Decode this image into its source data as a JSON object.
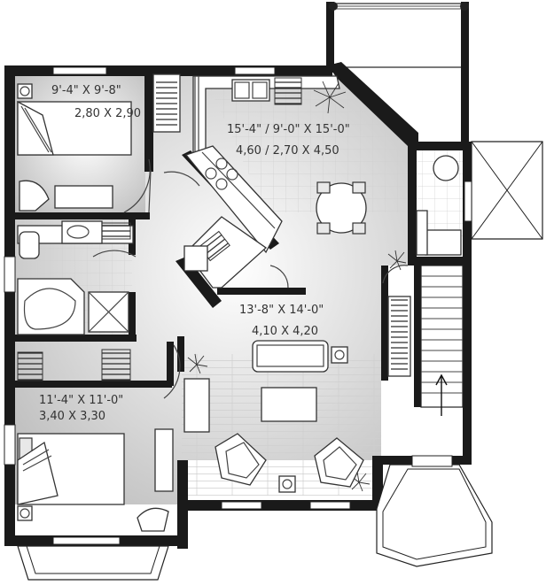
{
  "rooms": {
    "bedroom_top": {
      "imperial": "9'-4\" X 9'-8\"",
      "metric": "2,80 X 2,90"
    },
    "kitchen_dining": {
      "imperial": "15'-4\" / 9'-0\" X 15'-0\"",
      "metric": "4,60 / 2,70 X 4,50"
    },
    "living": {
      "imperial": "13'-8\" X 14'-0\"",
      "metric": "4,10 X 4,20"
    },
    "bedroom_bottom": {
      "imperial": "11'-4\" X 11'-0\"",
      "metric": "3,40 X 3,30"
    }
  },
  "colors": {
    "wall": "#1a1a1a",
    "floor_dark": "#b8b8b8",
    "floor_light": "#ffffff",
    "tile_line": "#cfcfcf"
  }
}
